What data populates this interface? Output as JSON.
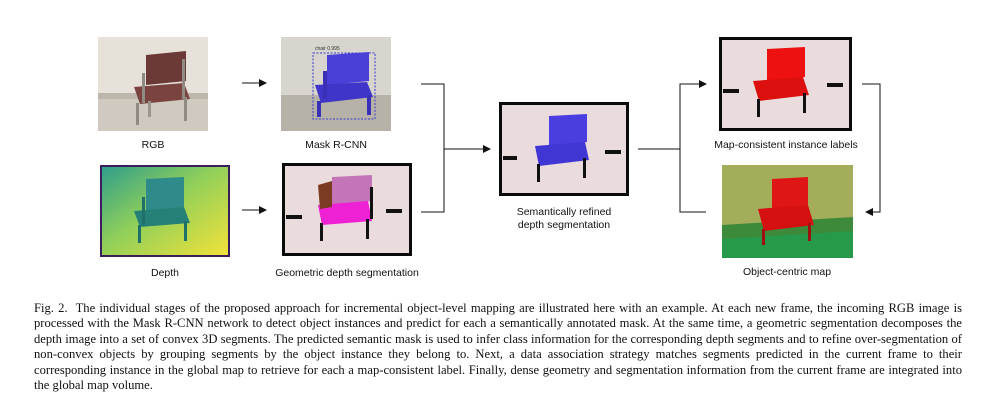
{
  "figure": {
    "labels": {
      "rgb": "RGB",
      "mask_rcnn": "Mask R-CNN",
      "depth": "Depth",
      "geometric": "Geometric depth segmentation",
      "refined_line1": "Semantically refined",
      "refined_line2": "depth segmentation",
      "map_consistent": "Map-consistent instance labels",
      "object_centric": "Object-centric map"
    },
    "detection_tag": "chair 0.995"
  },
  "caption": {
    "figure_number": "Fig. 2.",
    "text": "The individual stages of the proposed approach for incremental object-level mapping are illustrated here with an example. At each new frame, the incoming RGB image is processed with the Mask R-CNN network to detect object instances and predict for each a semantically annotated mask. At the same time, a geometric segmentation decomposes the depth image into a set of convex 3D segments. The predicted semantic mask is used to infer class information for the corresponding depth segments and to refine over-segmentation of non-convex objects by grouping segments by the object instance they belong to. Next, a data association strategy matches segments predicted in the current frame to their corresponding instance in the global map to retrieve for each a map-consistent label. Finally, dense geometry and segmentation information from the current frame are integrated into the global map volume."
  }
}
